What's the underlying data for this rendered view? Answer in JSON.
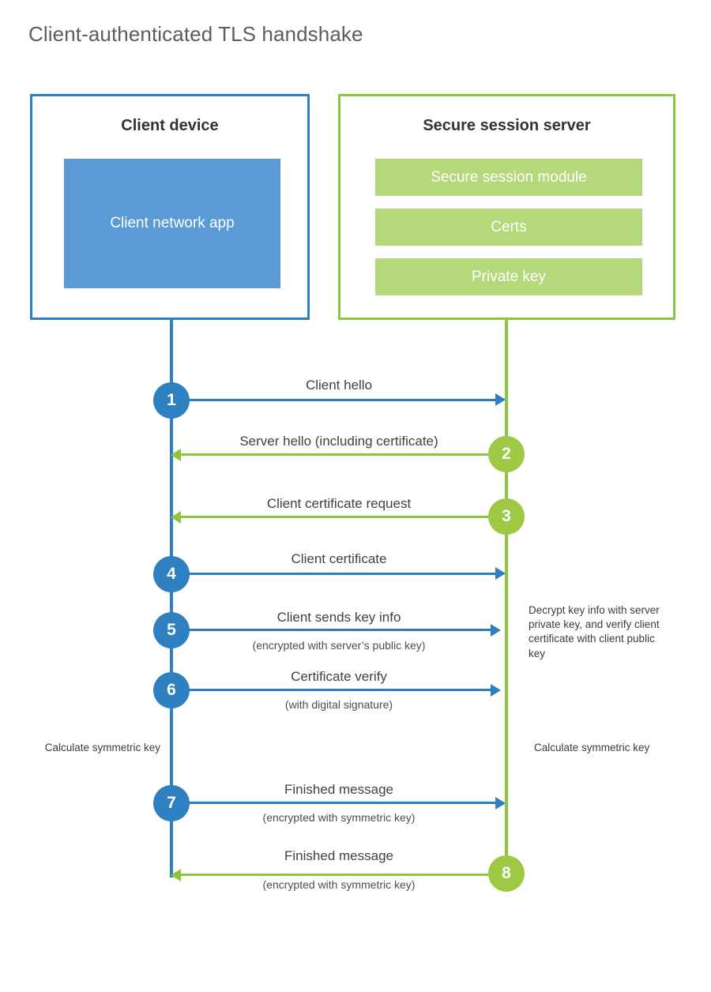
{
  "title": "Client-authenticated TLS handshake",
  "colors": {
    "blue_border": "#2f7fc1",
    "blue_circle": "#2f80c0",
    "blue_fill": "#5b9bd5",
    "green_border": "#8cc63f",
    "green_circle": "#9fc944",
    "green_fill": "#b5d97a",
    "title_text": "#5d5d5d",
    "body_text": "#414141",
    "background": "#ffffff"
  },
  "participants": {
    "client": {
      "title": "Client device",
      "component": "Client network app"
    },
    "server": {
      "title": "Secure session server",
      "components": [
        "Secure session module",
        "Certs",
        "Private key"
      ]
    }
  },
  "steps": [
    {
      "number": "1",
      "origin": "client",
      "direction": "right",
      "label": "Client hello",
      "sublabel": ""
    },
    {
      "number": "2",
      "origin": "server",
      "direction": "left",
      "label": "Server hello (including certificate)",
      "sublabel": ""
    },
    {
      "number": "3",
      "origin": "server",
      "direction": "left",
      "label": "Client certificate request",
      "sublabel": ""
    },
    {
      "number": "4",
      "origin": "client",
      "direction": "right",
      "label": "Client certificate",
      "sublabel": ""
    },
    {
      "number": "5",
      "origin": "client",
      "direction": "right",
      "label": "Client sends key info",
      "sublabel": "(encrypted with server’s public key)"
    },
    {
      "number": "6",
      "origin": "client",
      "direction": "right",
      "label": "Certificate verify",
      "sublabel": "(with digital signature)"
    },
    {
      "number": "7",
      "origin": "client",
      "direction": "right",
      "label": "Finished message",
      "sublabel": "(encrypted with symmetric key)"
    },
    {
      "number": "8",
      "origin": "server",
      "direction": "left",
      "label": "Finished message",
      "sublabel": "(encrypted with symmetric key)"
    }
  ],
  "notes": {
    "server_decrypt": "Decrypt key info with server private key, and verify client certificate with client public key",
    "client_calculate": "Calculate symmetric key",
    "server_calculate": "Calculate symmetric key"
  }
}
